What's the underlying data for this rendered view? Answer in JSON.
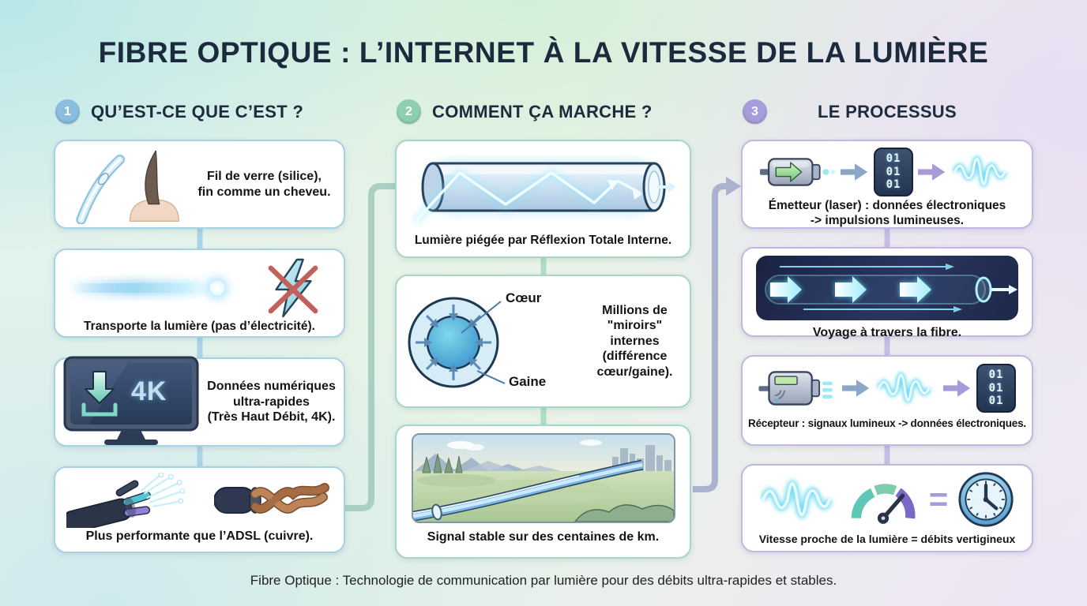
{
  "title": "FIBRE OPTIQUE : L’INTERNET À LA VITESSE DE LA LUMIÈRE",
  "footer": "Fibre Optique : Technologie de communication par lumière pour des débits ultra-rapides et stables.",
  "colors": {
    "badge_blue": "#8bbdde",
    "badge_green": "#8ed0ad",
    "badge_purple": "#a79ddd",
    "card_border_blue": "#a6d2e6",
    "card_border_green": "#a4d8c2",
    "card_border_purple": "#c2b6e2",
    "heading_navy": "#1c2b3d",
    "light_beam_cyan": "#9fd8f2",
    "dark_panel_navy": "#1e2848"
  },
  "sections": {
    "s1": {
      "number": "1",
      "heading": "QU’EST-CE QUE C’EST ?",
      "cards": {
        "c1": {
          "text": "Fil de verre (silice),\nfin comme un cheveu."
        },
        "c2": {
          "text": "Transporte la lumière (pas d’électricité)."
        },
        "c3": {
          "text": "Données numériques\nultra-rapides\n(Très Haut Débit, 4K).",
          "screen_label": "4K"
        },
        "c4": {
          "text": "Plus performante que l’ADSL (cuivre)."
        }
      }
    },
    "s2": {
      "number": "2",
      "heading": "COMMENT ÇA MARCHE ?",
      "cards": {
        "c1": {
          "text": "Lumière piégée par Réflexion Totale Interne."
        },
        "c2": {
          "text": "Millions de \"miroirs\"\ninternes\n(différence cœur/gaine).",
          "label_core": "Cœur",
          "label_cladding": "Gaine"
        },
        "c3": {
          "text": "Signal stable sur des centaines de km."
        }
      }
    },
    "s3": {
      "number": "3",
      "heading": "LE PROCESSUS",
      "cards": {
        "c1": {
          "text": "Émetteur (laser) : données électroniques\n-> impulsions lumineuses.",
          "binary": "01\n01\n01"
        },
        "c2": {
          "text": "Voyage à travers la fibre."
        },
        "c3": {
          "text": "Récepteur : signaux lumineux -> données électroniques.",
          "binary": "01\n01\n01"
        },
        "c4": {
          "text": "Vitesse proche de la lumière = débits vertigineux",
          "equals": "="
        }
      }
    }
  }
}
